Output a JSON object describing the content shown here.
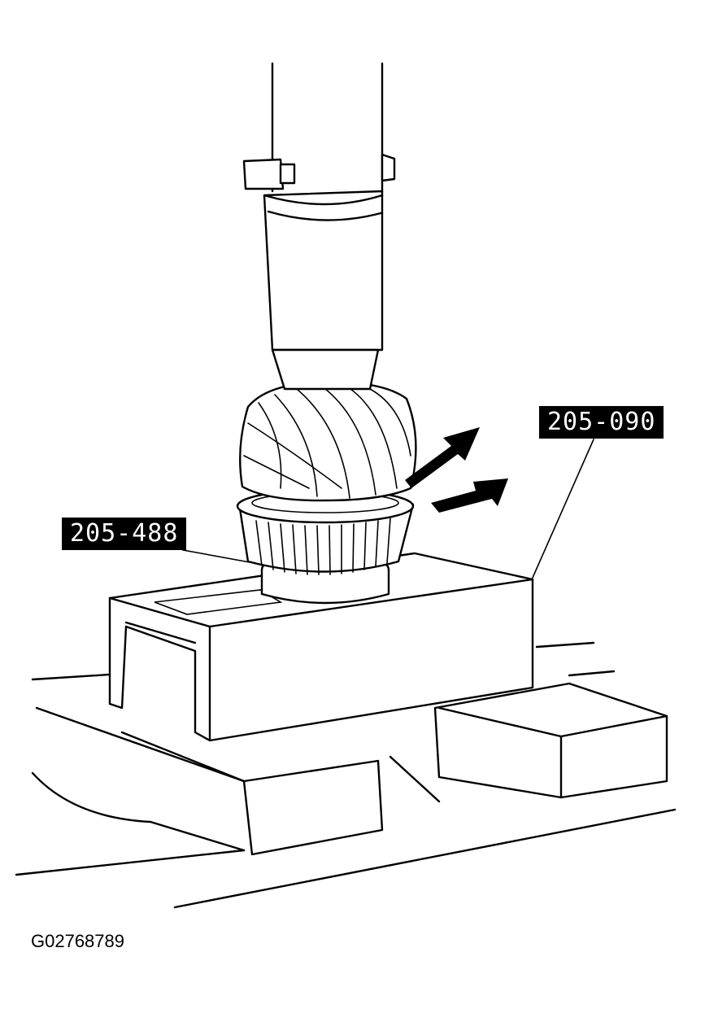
{
  "labels": {
    "tool_a": "205-090",
    "tool_b": "205-488"
  },
  "figure_id": "G02768789",
  "colors": {
    "ink": "#000000",
    "paper": "#ffffff"
  },
  "icons": [
    "arrow-icon"
  ]
}
